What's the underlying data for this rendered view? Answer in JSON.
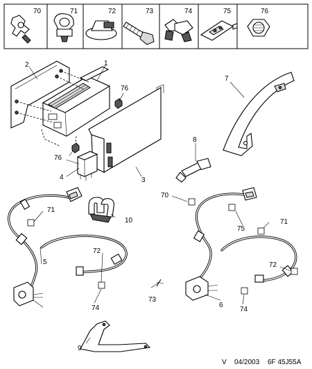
{
  "top_strip": {
    "items": [
      {
        "ref": "70",
        "icon": "clip-icon"
      },
      {
        "ref": "71",
        "icon": "cable-clip-icon"
      },
      {
        "ref": "72",
        "icon": "grommet-icon"
      },
      {
        "ref": "73",
        "icon": "bolt-icon"
      },
      {
        "ref": "74",
        "icon": "hose-clip-icon"
      },
      {
        "ref": "75",
        "icon": "connector-icon"
      },
      {
        "ref": "76",
        "icon": "nut-icon"
      }
    ]
  },
  "callouts": {
    "c1": "1",
    "c2": "2",
    "c3": "3",
    "c4": "4",
    "c5": "5",
    "c6": "6",
    "c7": "7",
    "c8": "8",
    "c9": "9",
    "c10": "10",
    "c70": "70",
    "c71a": "71",
    "c71b": "71",
    "c72a": "72",
    "c72b": "72",
    "c73": "73",
    "c74a": "74",
    "c74b": "74",
    "c75": "75",
    "c76a": "76",
    "c76b": "76"
  },
  "footer": {
    "view": "V",
    "date": "04/2003",
    "ref": "6F 45J55A"
  }
}
